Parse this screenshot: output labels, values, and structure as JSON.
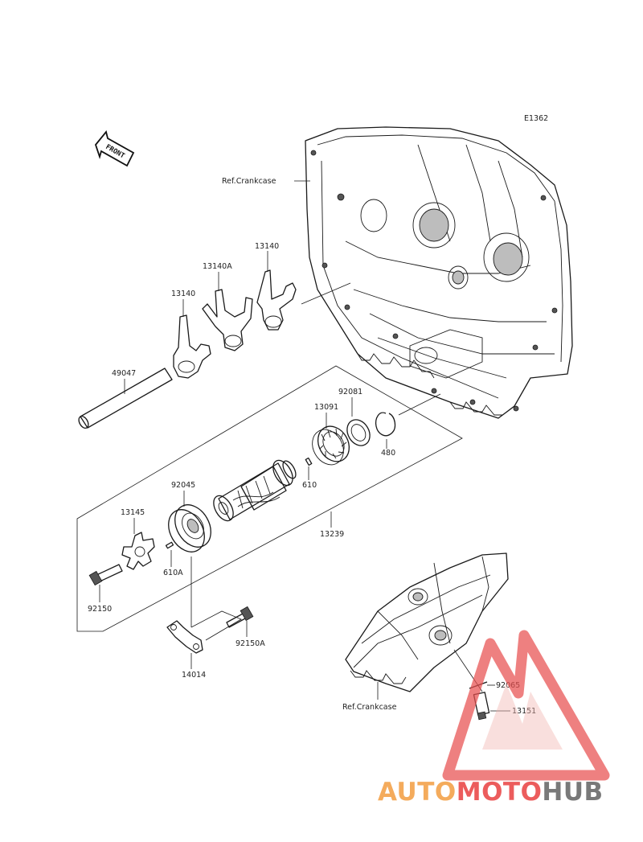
{
  "diagram_code": "E1362",
  "front_label": "FRONT",
  "parts": {
    "ref_crankcase_top": "Ref.Crankcase",
    "p13140_right": "13140",
    "p13140A": "13140A",
    "p13140_left": "13140",
    "p49047": "49047",
    "p92081": "92081",
    "p13091": "13091",
    "p480": "480",
    "p610": "610",
    "p92045": "92045",
    "p13145": "13145",
    "p610A": "610A",
    "p13239": "13239",
    "p92150": "92150",
    "p92150A": "92150A",
    "p14014": "14014",
    "p92065": "92065",
    "p13151": "13151",
    "ref_crankcase_bottom": "Ref.Crankcase"
  },
  "watermark": {
    "part1": "AUTO",
    "part2": "MOTO",
    "part3": "HUB",
    "color_auto": "#f3a24a",
    "color_moto": "#ea4a4a",
    "color_hub": "#6a6a6a"
  }
}
